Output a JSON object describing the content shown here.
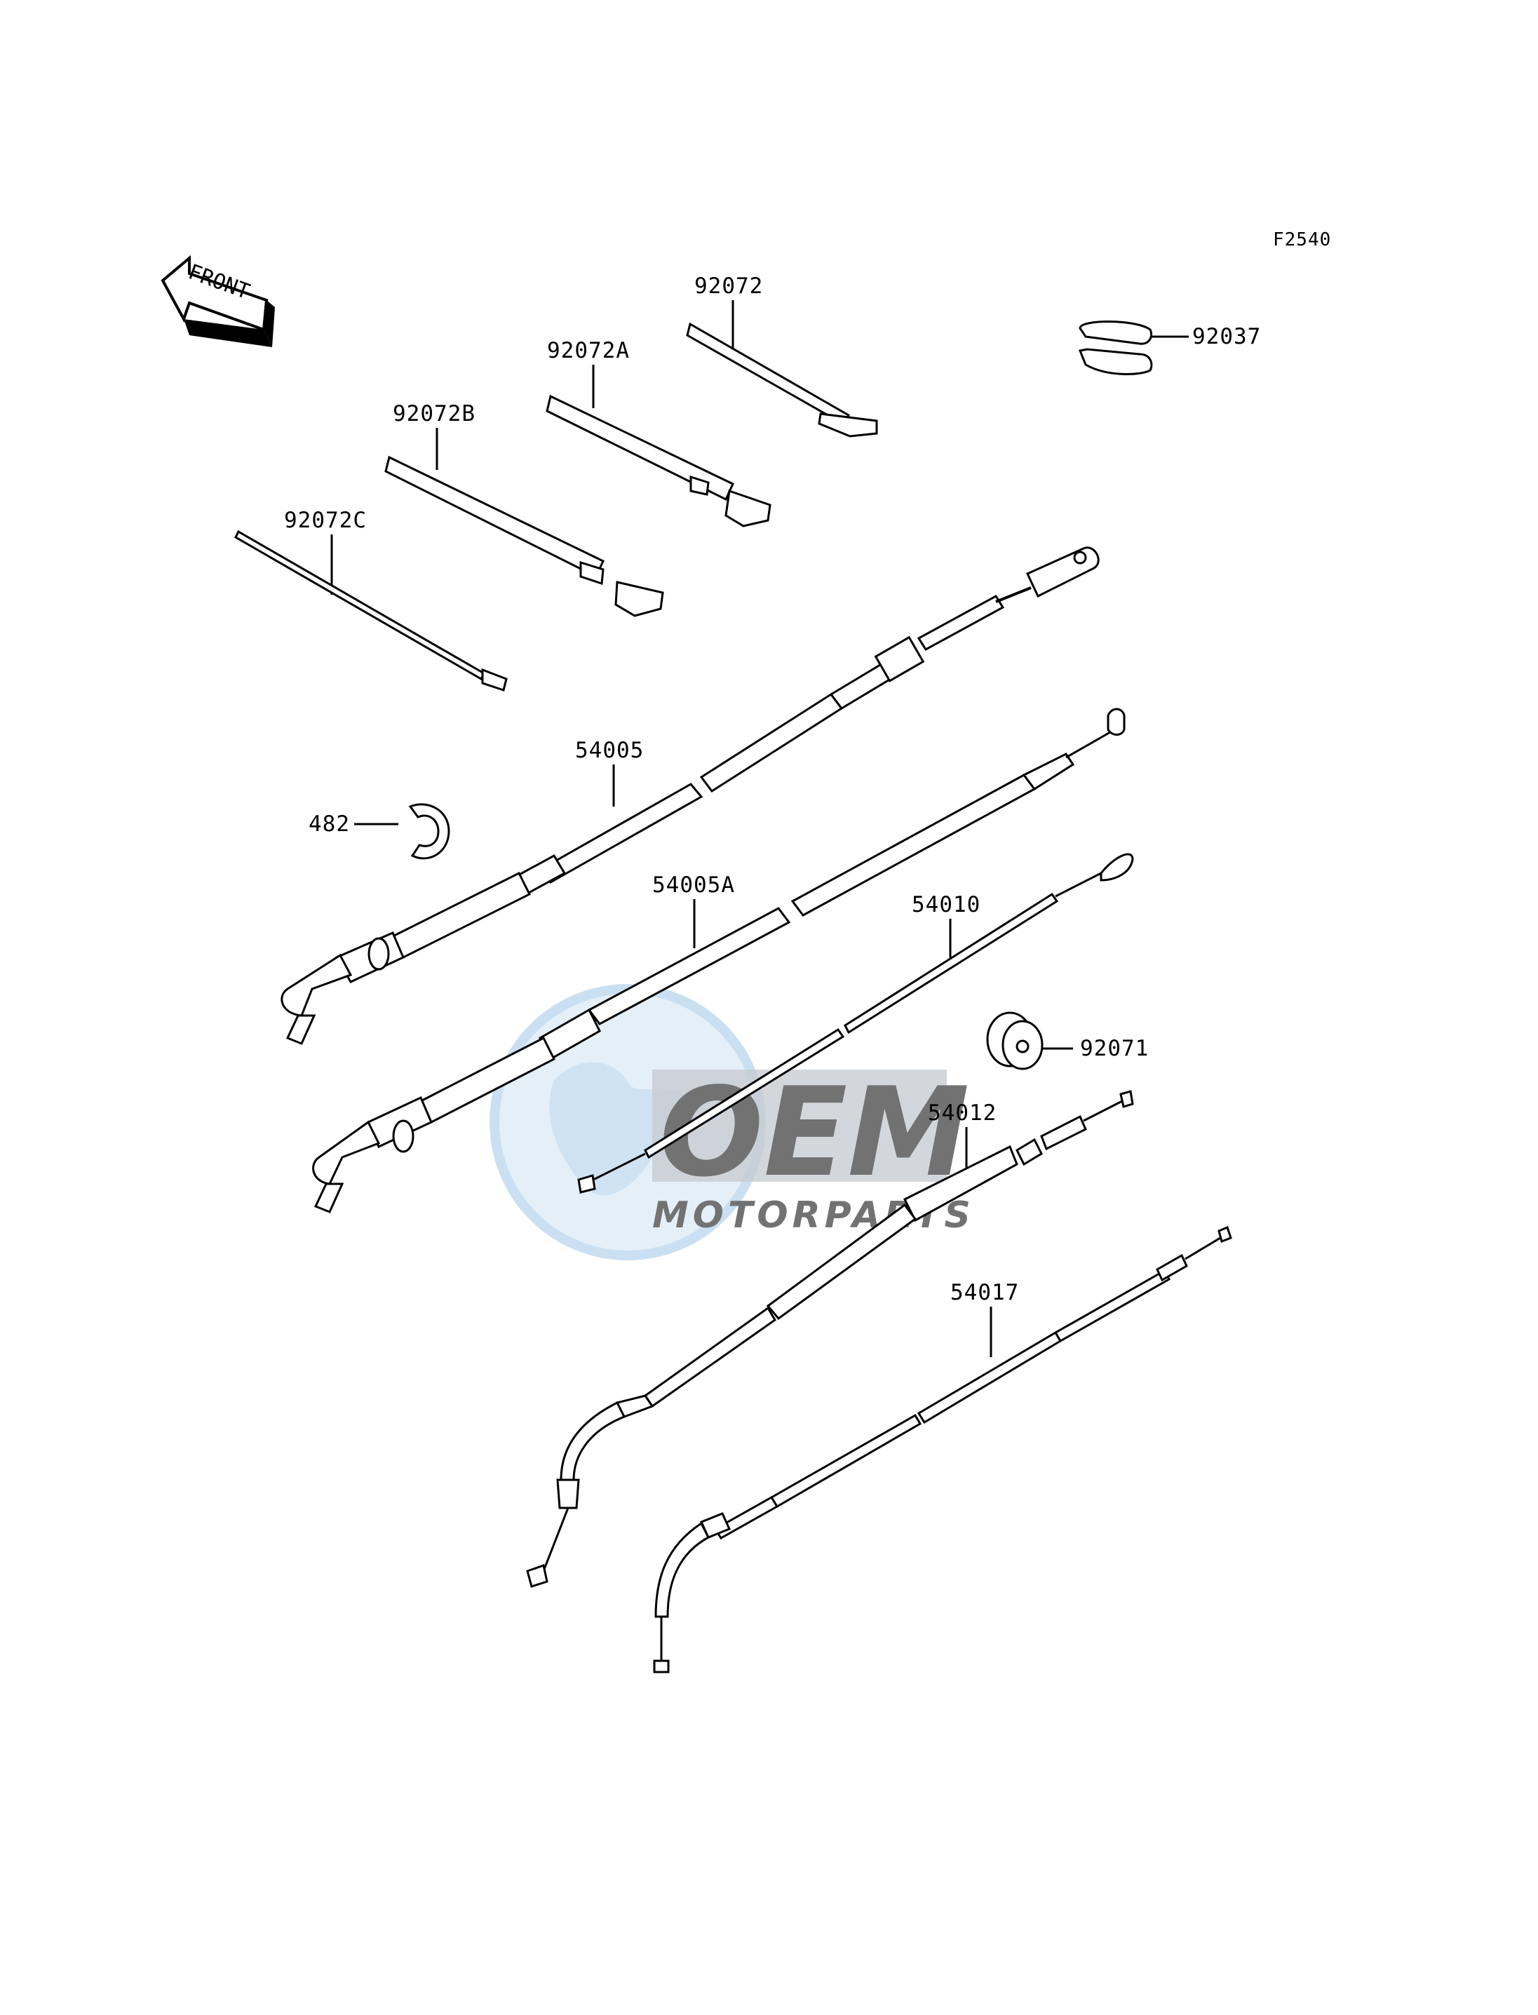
{
  "figure_code": "F2540",
  "front_label": "FRONT",
  "watermark": {
    "brand": "OEM",
    "sub": "MOTORPARTS"
  },
  "parts": [
    {
      "id": "92072",
      "label": "92072"
    },
    {
      "id": "92072A",
      "label": "92072A"
    },
    {
      "id": "92072B",
      "label": "92072B"
    },
    {
      "id": "92072C",
      "label": "92072C"
    },
    {
      "id": "92037",
      "label": "92037"
    },
    {
      "id": "54005",
      "label": "54005"
    },
    {
      "id": "482",
      "label": "482"
    },
    {
      "id": "54005A",
      "label": "54005A"
    },
    {
      "id": "54010",
      "label": "54010"
    },
    {
      "id": "92071",
      "label": "92071"
    },
    {
      "id": "54012",
      "label": "54012"
    },
    {
      "id": "54017",
      "label": "54017"
    }
  ]
}
